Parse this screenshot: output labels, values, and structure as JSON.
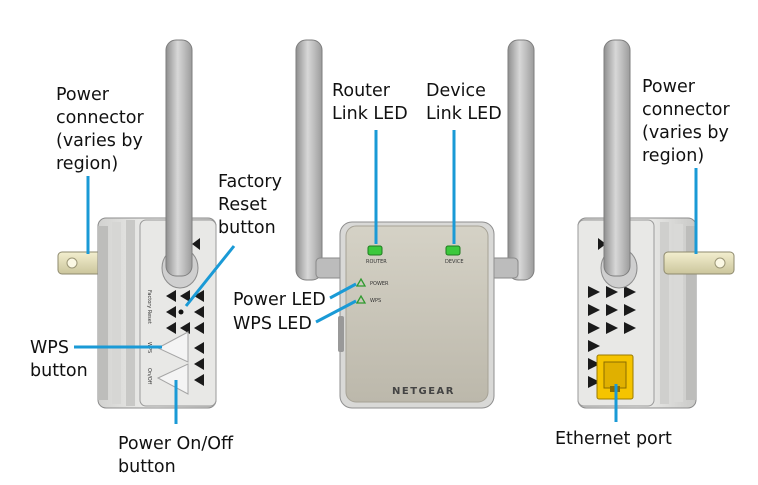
{
  "labels": {
    "power_connector_left": [
      "Power",
      "connector",
      "(varies by",
      "region)"
    ],
    "factory_reset": [
      "Factory",
      "Reset",
      "button"
    ],
    "wps_button": [
      "WPS",
      "button"
    ],
    "power_onoff": [
      "Power On/Off",
      "button"
    ],
    "router_link_led": [
      "Router",
      "Link LED"
    ],
    "device_link_led": [
      "Device",
      "Link LED"
    ],
    "power_led": "Power LED",
    "wps_led": "WPS LED",
    "power_connector_right": [
      "Power",
      "connector",
      "(varies by",
      "region)"
    ],
    "ethernet_port": "Ethernet port"
  },
  "device_text": {
    "brand": "NETGEAR",
    "router_tag": "ROUTER",
    "device_tag": "DEVICE",
    "power_tag": "POWER",
    "wps_tag": "WPS",
    "side_factory_reset": "Factory Reset",
    "side_wps": "WPS",
    "side_onoff": "On/Off"
  },
  "colors": {
    "callout": "#1a9ad6",
    "led_green": "#3cc83c",
    "ethernet_yellow": "#f5c400",
    "body_grey": "#e4e4e2",
    "front_face": "#c6c3b7"
  }
}
